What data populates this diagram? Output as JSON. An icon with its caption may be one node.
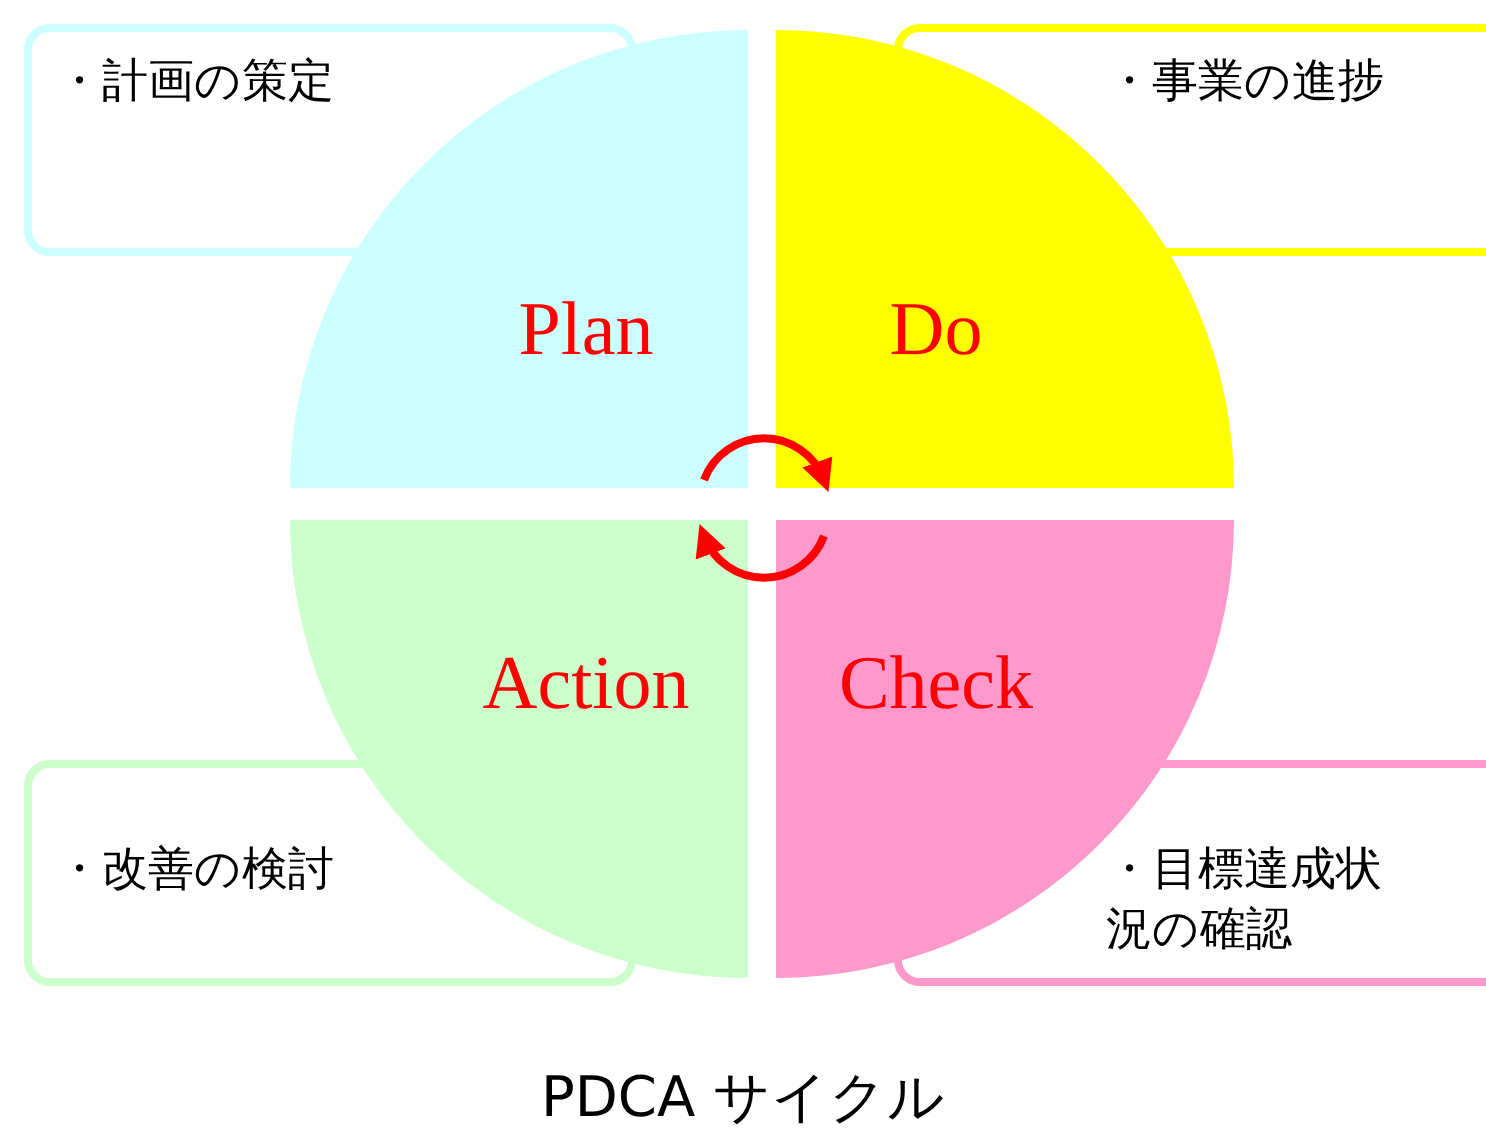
{
  "diagram": {
    "caption": "PDCA サイクル",
    "nodes": [
      {
        "text": [
          "・計画の策定"
        ]
      },
      {
        "text": [
          "Plan"
        ]
      },
      {
        "text": [
          "Do"
        ]
      },
      {
        "text": [
          "・事業の進捗"
        ]
      },
      {
        "text": [
          "Action"
        ]
      },
      {
        "text": [
          "Check"
        ]
      },
      {
        "text": [
          "・改善の検討"
        ]
      },
      {
        "text": [
          "・目標達成状況の確認"
        ]
      }
    ],
    "edges": [
      {
        "from": 1,
        "to": 2,
        "arrow": "to"
      },
      {
        "from": 5,
        "to": 4,
        "arrow": "to"
      }
    ]
  }
}
